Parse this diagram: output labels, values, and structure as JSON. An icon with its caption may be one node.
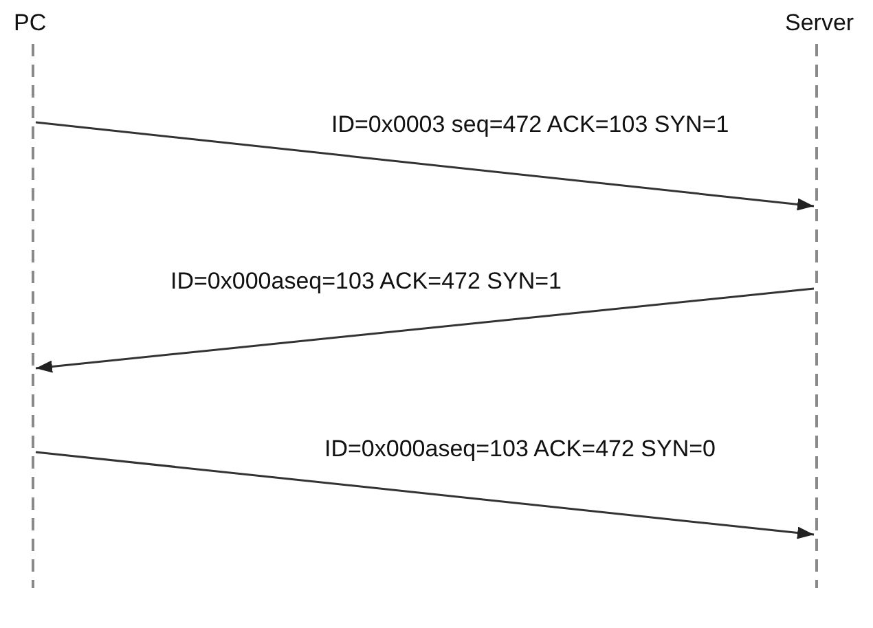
{
  "diagram": {
    "nodes": [
      {
        "text": [
          "PC"
        ]
      },
      {
        "text": [
          "Server"
        ]
      },
      {
        "text": [],
        "shape": "line"
      },
      {
        "text": [],
        "shape": "line"
      }
    ],
    "edges": [
      {
        "from": 2,
        "to": 3,
        "arrow": "to",
        "label": "ID=0x0003 seq=472 ACK=103 SYN=1"
      },
      {
        "from": 3,
        "to": 2,
        "arrow": "to",
        "label": "ID=0x000aseq=103 ACK=472 SYN=1"
      },
      {
        "from": 2,
        "to": 3,
        "arrow": "to",
        "label": "ID=0x000aseq=103 ACK=472 SYN=0"
      }
    ]
  }
}
